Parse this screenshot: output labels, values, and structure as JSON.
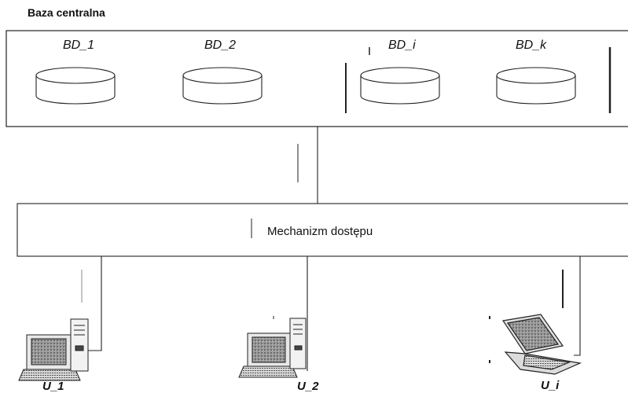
{
  "central_db": {
    "title": "Baza centralna",
    "databases": [
      {
        "label": "BD_1"
      },
      {
        "label": "BD_2"
      },
      {
        "label": "BD_i"
      },
      {
        "label": "BD_k"
      }
    ]
  },
  "access": {
    "label": "Mechanizm dostępu"
  },
  "users": [
    {
      "label": "U_1",
      "device": "desktop-computer-icon"
    },
    {
      "label": "U_2",
      "device": "desktop-computer-icon"
    },
    {
      "label": "U_i",
      "device": "laptop-icon"
    }
  ]
}
